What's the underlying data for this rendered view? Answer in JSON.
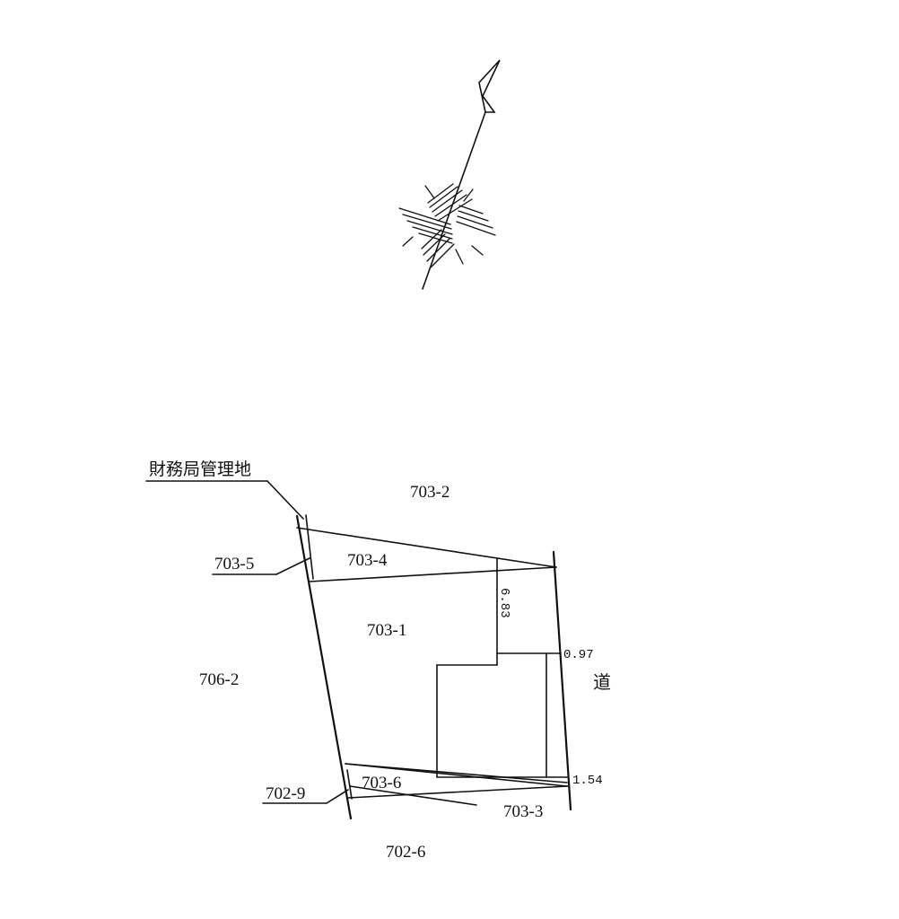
{
  "parcels": {
    "main": "703-1",
    "north": "703-2",
    "strip_north": "703-4",
    "west_strip": "703-5",
    "west": "706-2",
    "south_strip": "703-6",
    "south_east": "703-3",
    "south_west": "702-9",
    "south": "702-6"
  },
  "annotations": {
    "finance_bureau_land": "財務局管理地",
    "road": "道"
  },
  "dimensions": {
    "vertical_length": "6.83",
    "offset_top": "0.97",
    "offset_bottom": "1.54"
  },
  "compass": {
    "icon": "north-arrow-icon"
  }
}
